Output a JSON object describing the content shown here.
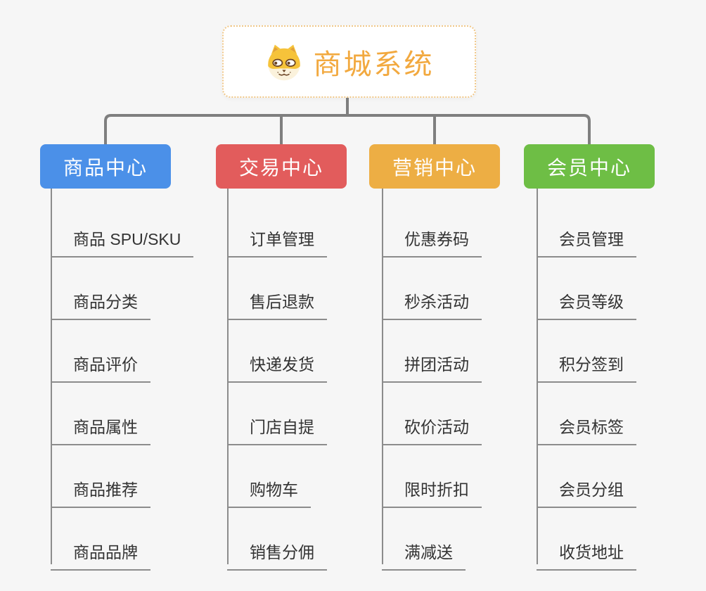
{
  "root": {
    "title": "商城系统",
    "icon": "dog-face-icon"
  },
  "branches": [
    {
      "label": "商品中心",
      "color": "#4B90E8",
      "children": [
        "商品 SPU/SKU",
        "商品分类",
        "商品评价",
        "商品属性",
        "商品推荐",
        "商品品牌"
      ]
    },
    {
      "label": "交易中心",
      "color": "#E25C5C",
      "children": [
        "订单管理",
        "售后退款",
        "快递发货",
        "门店自提",
        "购物车",
        "销售分佣"
      ]
    },
    {
      "label": "营销中心",
      "color": "#EDAE44",
      "children": [
        "优惠券码",
        "秒杀活动",
        "拼团活动",
        "砍价活动",
        "限时折扣",
        "满减送"
      ]
    },
    {
      "label": "会员中心",
      "color": "#6EBE45",
      "children": [
        "会员管理",
        "会员等级",
        "积分签到",
        "会员标签",
        "会员分组",
        "收货地址"
      ]
    }
  ],
  "style_colors": {
    "background": "#F6F6F6",
    "root_border": "#F0C788",
    "root_title": "#F2A93F",
    "connector": "#7F7F7F",
    "line": "#8C8C8C",
    "child_text": "#333333"
  }
}
